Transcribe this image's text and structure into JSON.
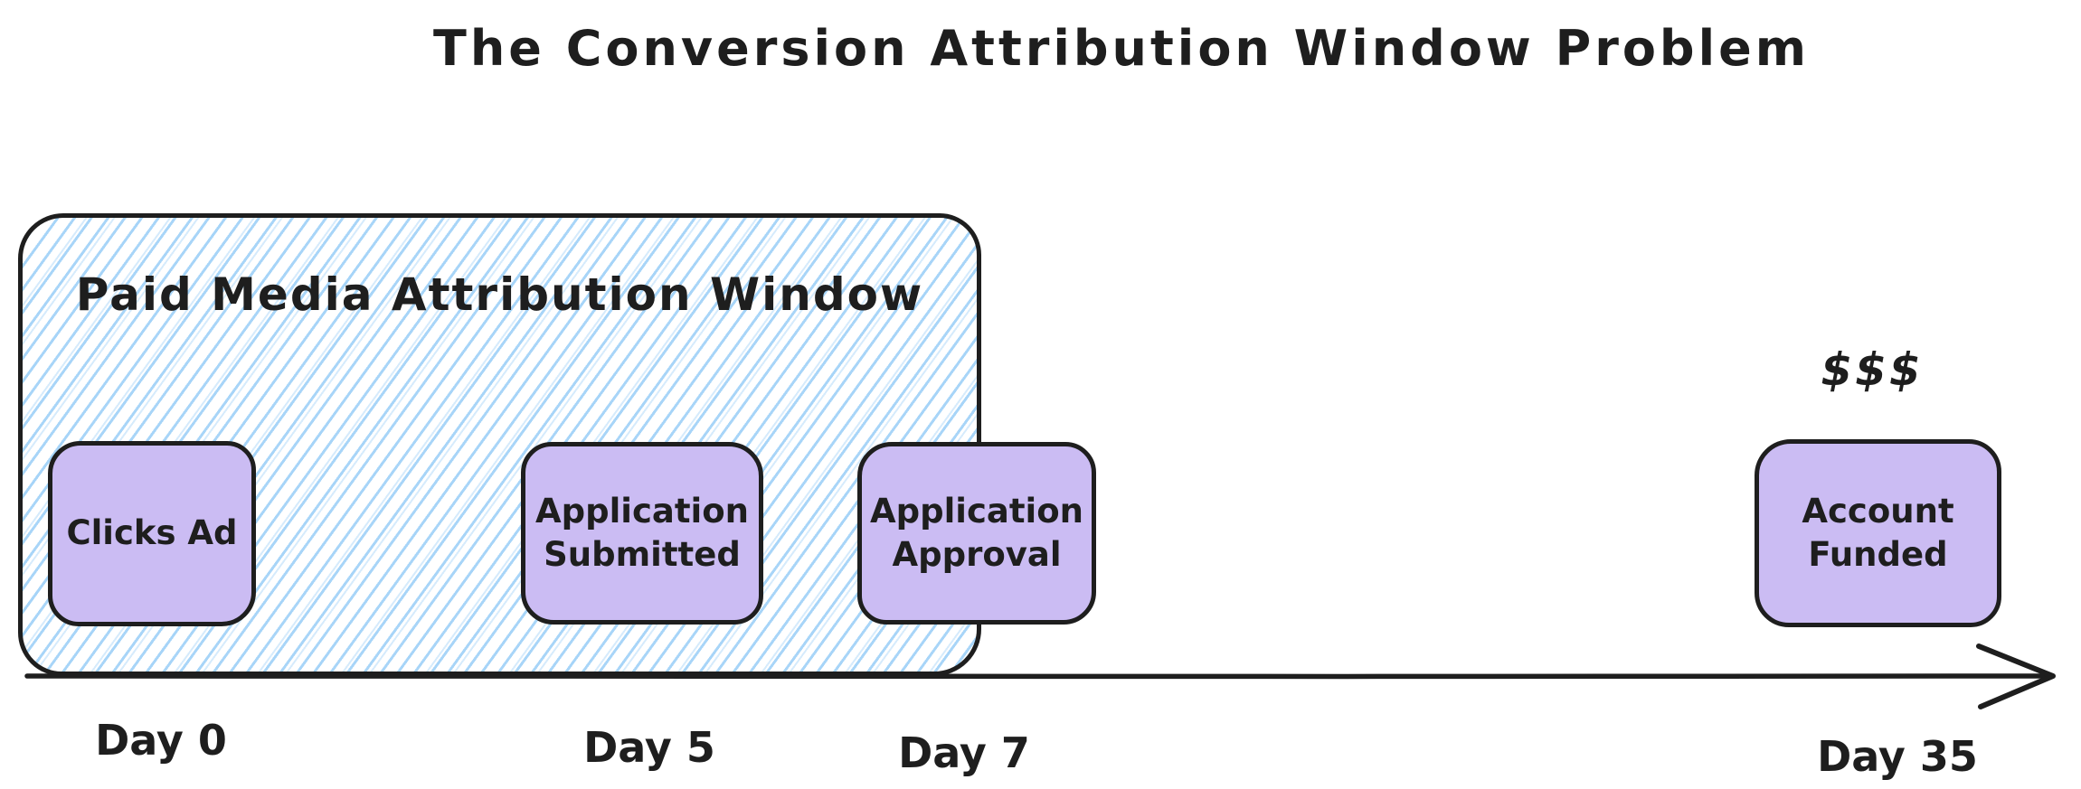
{
  "title": "The Conversion Attribution Window Problem",
  "attribution_window": {
    "label": "Paid Media Attribution Window"
  },
  "events": [
    {
      "id": "clicks-ad",
      "label": "Clicks Ad"
    },
    {
      "id": "application-submitted",
      "label": "Application\nSubmitted"
    },
    {
      "id": "application-approval",
      "label": "Application\nApproval"
    },
    {
      "id": "account-funded",
      "label": "Account\nFunded"
    }
  ],
  "money_label": "$$$",
  "timeline": {
    "days": [
      {
        "label": "Day 0"
      },
      {
        "label": "Day 5"
      },
      {
        "label": "Day 7"
      },
      {
        "label": "Day 35"
      }
    ]
  },
  "colors": {
    "ink": "#1e1e1e",
    "event_fill": "#cbbcf3",
    "hatch_blue": "#a3d3f8"
  }
}
